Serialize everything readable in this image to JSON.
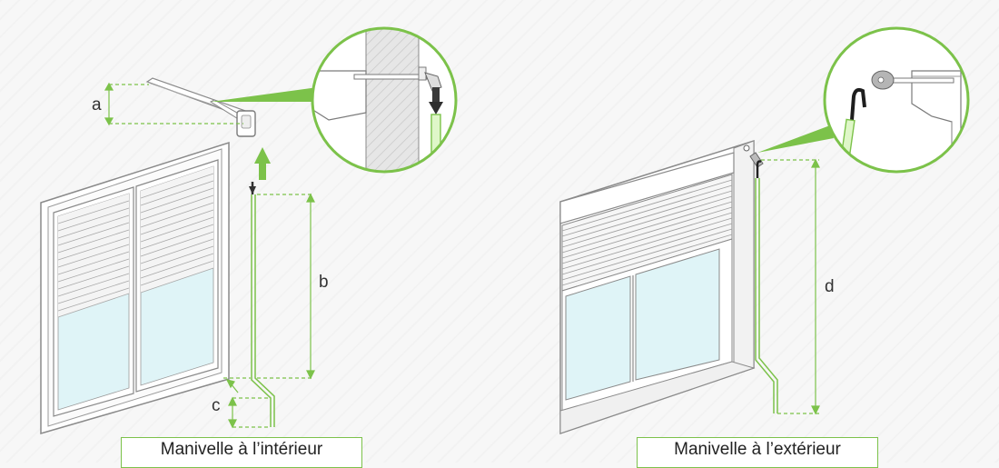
{
  "panels": [
    {
      "caption": "Manivelle à l’intérieur",
      "dimensions": [
        "a",
        "b",
        "c"
      ]
    },
    {
      "caption": "Manivelle à l’extérieur",
      "dimensions": [
        "d"
      ]
    }
  ],
  "colors": {
    "accent_green": "#7cc24a",
    "line_gray": "#888888",
    "glass": "#dff4f7",
    "background": "#f7f7f7"
  }
}
